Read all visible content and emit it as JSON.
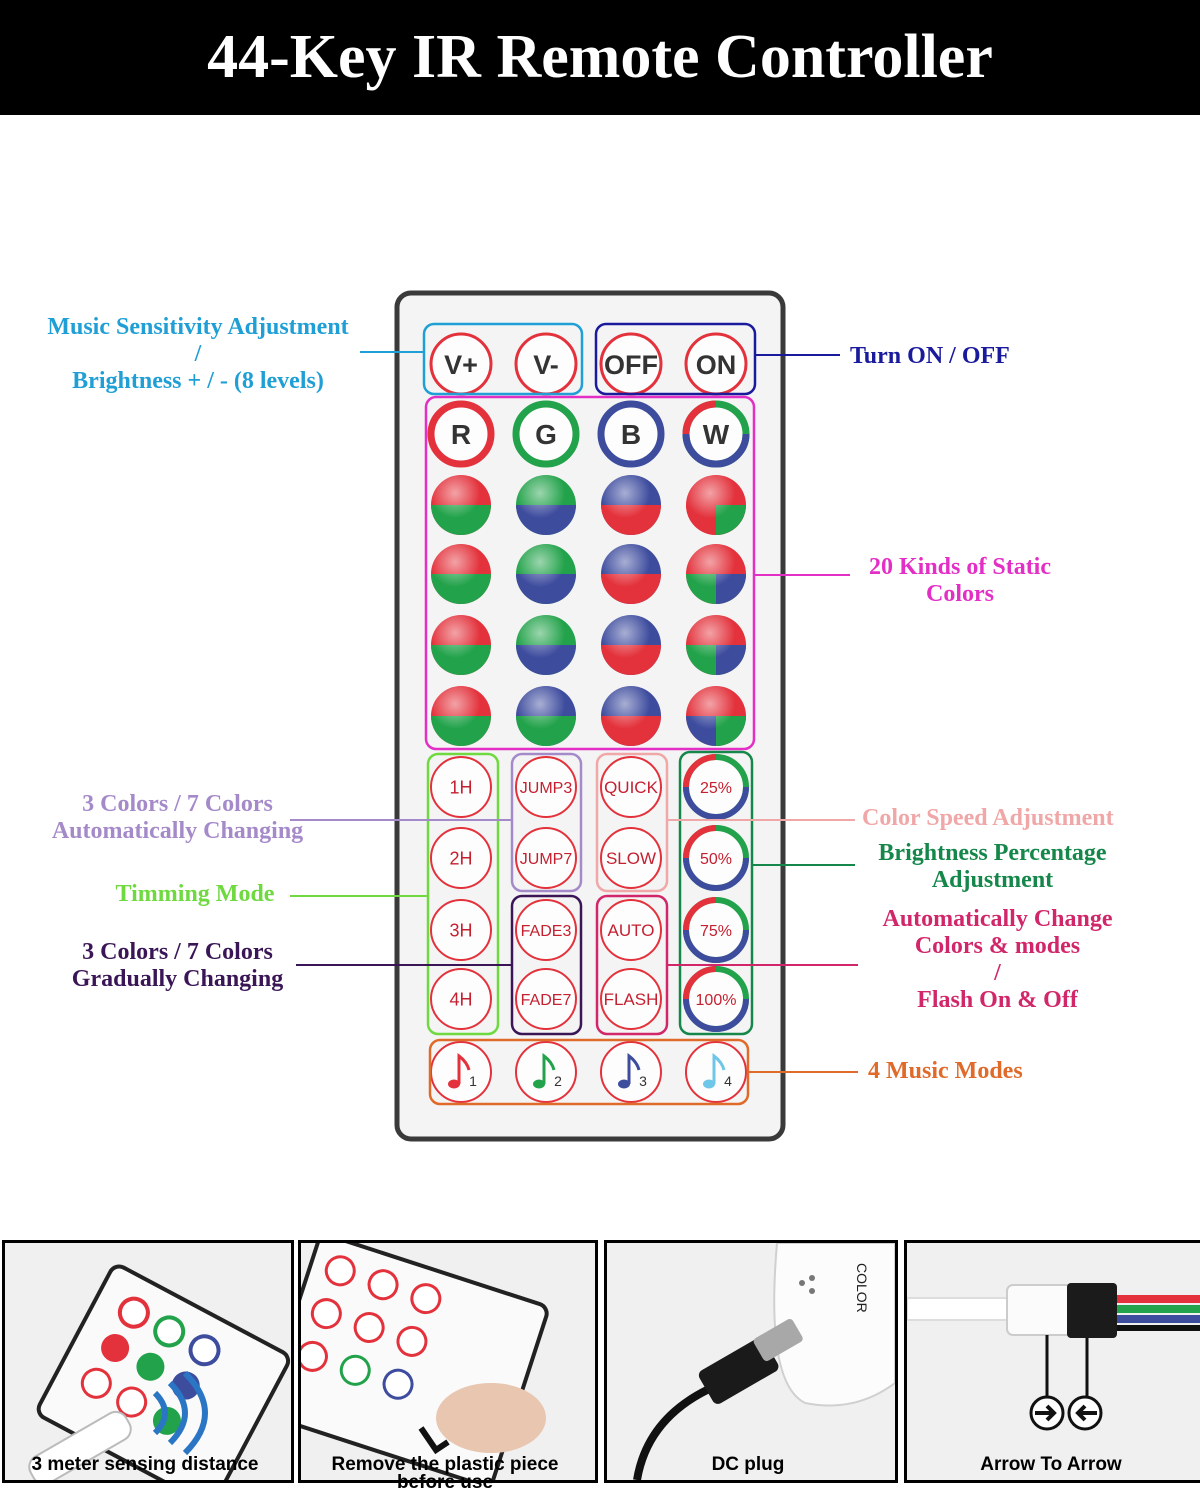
{
  "title": "44-Key IR Remote Controller",
  "colors": {
    "red": "#e3323c",
    "green": "#22a24a",
    "blue": "#3e4c9e",
    "label_cyan": "#1f9fd6",
    "label_navy": "#1a1a9c",
    "label_magenta": "#e32fc6",
    "label_lavender": "#a58ac9",
    "label_lime": "#6fd93f",
    "label_darkpurple": "#3a1657",
    "label_pink": "#f0a7a7",
    "label_darkgreen": "#15874a",
    "label_crimson": "#d1276a",
    "label_orange": "#e06a2a"
  },
  "labels": {
    "music_sensitivity": "Music Sensitivity Adjustment",
    "slash1": "/",
    "brightness_levels": "Brightness + / - (8 levels)",
    "turn_on_off": "Turn ON /  OFF",
    "static_colors_1": "20 Kinds of Static",
    "static_colors_2": "Colors",
    "jump_1": "3 Colors / 7 Colors",
    "jump_2": "Automatically Changing",
    "color_speed": "Color Speed Adjustment",
    "brightness_pct_1": "Brightness Percentage",
    "brightness_pct_2": "Adjustment",
    "timing_mode": "Timming Mode",
    "fade_1": "3 Colors / 7 Colors",
    "fade_2": "Gradually Changing",
    "auto_1": "Automatically Change",
    "auto_2": "Colors & modes",
    "auto_3": "/",
    "auto_4": "Flash On & Off",
    "music_modes": "4 Music Modes"
  },
  "keys": {
    "top": [
      "V+",
      "V-",
      "OFF",
      "ON"
    ],
    "rgbw": [
      "R",
      "G",
      "B",
      "W"
    ],
    "timer": [
      "1H",
      "2H",
      "3H",
      "4H"
    ],
    "jump": [
      "JUMP3",
      "JUMP7"
    ],
    "fade": [
      "FADE3",
      "FADE7"
    ],
    "speed": [
      "QUICK",
      "SLOW"
    ],
    "auto": [
      "AUTO",
      "FLASH"
    ],
    "brightness": [
      "25%",
      "50%",
      "75%",
      "100%"
    ],
    "music": [
      "1",
      "2",
      "3",
      "4"
    ]
  },
  "static_color_rows": [
    [
      [
        "r",
        "g"
      ],
      [
        "g",
        "b"
      ],
      [
        "b",
        "r"
      ],
      [
        "r",
        "rg"
      ]
    ],
    [
      [
        "r",
        "g"
      ],
      [
        "g",
        "b"
      ],
      [
        "b",
        "r"
      ],
      [
        "r",
        "gb"
      ]
    ],
    [
      [
        "rg"
      ],
      [
        "gb"
      ],
      [
        "br"
      ],
      [
        "rgb"
      ]
    ],
    [
      [
        "r",
        "g"
      ],
      [
        "b",
        "g"
      ],
      [
        "br"
      ],
      [
        "rbg"
      ]
    ]
  ],
  "panels": [
    {
      "caption": "3 meter sensing distance"
    },
    {
      "caption": "Remove the plastic piece before use"
    },
    {
      "caption": "DC plug"
    },
    {
      "caption": "Arrow To Arrow"
    }
  ],
  "panel_text": {
    "connector_label": "COLOR"
  }
}
